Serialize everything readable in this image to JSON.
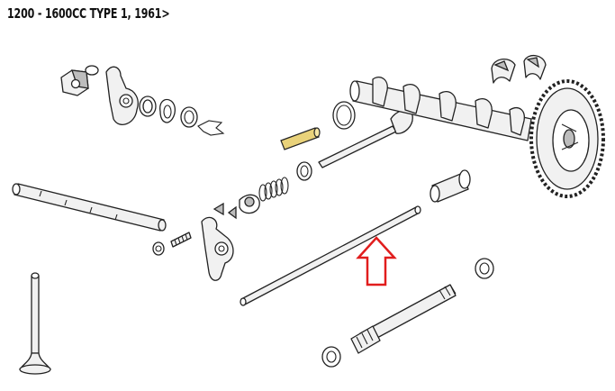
{
  "title": "1200 - 1600CC TYPE 1, 1961>",
  "colors": {
    "arrow": "#e11d1d",
    "line": "#222222",
    "pushrod_tube": "#e9d27a",
    "part_fill": "#f1f1f1",
    "shadow_fill": "#bdbdbd"
  },
  "parts": [
    "rocker-arm-assembly",
    "rocker-shaft",
    "exhaust-valve",
    "intake-valve",
    "camshaft",
    "cam-gear",
    "cam-bearing-shells",
    "valve-spring",
    "valve-keepers",
    "push-rod",
    "push-rod-tube",
    "cam-follower",
    "adjusting-screw",
    "valve-guide-stud",
    "seals-and-washers"
  ],
  "callout": {
    "icon": "up-arrow-outline",
    "target": "push-rod"
  }
}
